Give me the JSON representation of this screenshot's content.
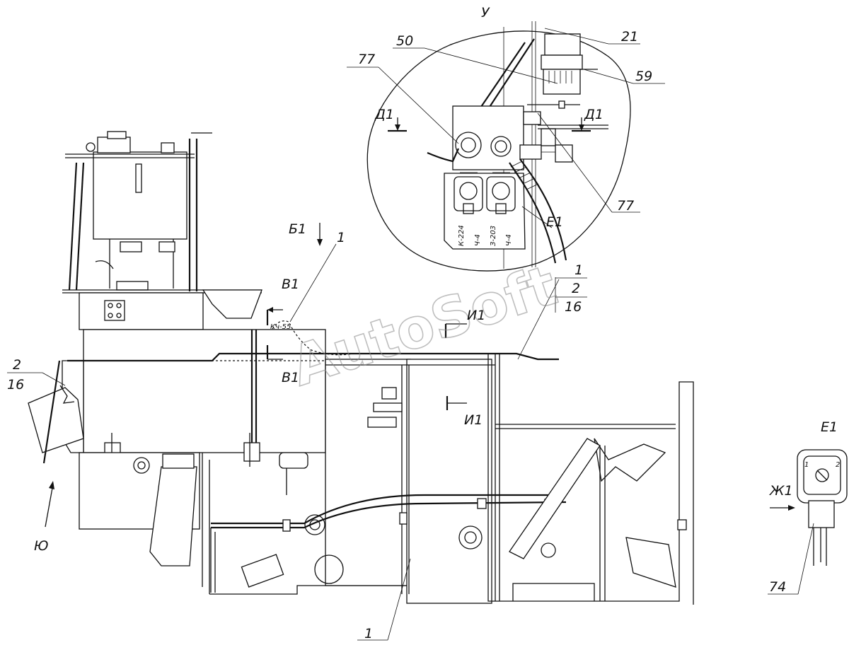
{
  "watermark": "AutoSoft",
  "callouts": {
    "c77a": "77",
    "c50": "50",
    "c21": "21",
    "c59": "59",
    "c77b": "77",
    "e1_detail": "Е1",
    "c1_top": "1",
    "c1_right_a": "1",
    "c2_right": "2",
    "c16_right": "16",
    "c2_left": "2",
    "c16_left": "16",
    "c1_bottom": "1",
    "c74": "74",
    "pin1": "1",
    "pin2": "2"
  },
  "views": {
    "u": "У",
    "d1_left": "Д1",
    "d1_right": "Д1",
    "b1": "Б1",
    "v1_top": "В1",
    "v1_bottom": "В1",
    "i1_top": "И1",
    "i1_bottom": "И1",
    "yu": "Ю",
    "e1_title": "Е1",
    "zh1": "Ж1"
  },
  "wire_labels": {
    "kch55": "Кч-55",
    "k224": "К-224",
    "w44a": "Ч-4",
    "z203": "З-203",
    "w44b": "Ч-4"
  }
}
